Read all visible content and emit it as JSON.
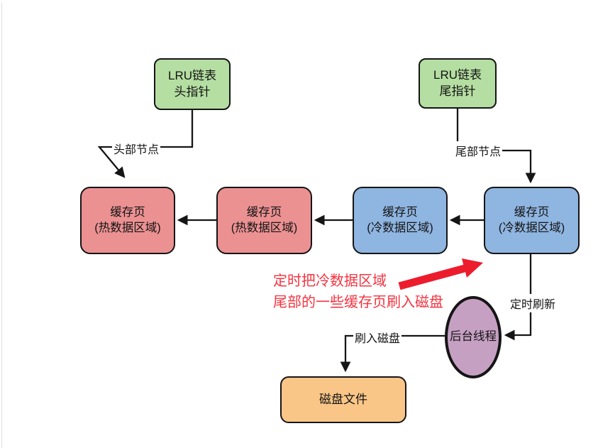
{
  "diagram": {
    "pointers": {
      "head": {
        "line1": "LRU链表",
        "line2": "头指针"
      },
      "tail": {
        "line1": "LRU链表",
        "line2": "尾指针"
      }
    },
    "cache_pages": [
      {
        "line1": "缓存页",
        "line2": "(热数据区域)",
        "region": "hot"
      },
      {
        "line1": "缓存页",
        "line2": "(热数据区域)",
        "region": "hot"
      },
      {
        "line1": "缓存页",
        "line2": "(冷数据区域)",
        "region": "cold"
      },
      {
        "line1": "缓存页",
        "line2": "(冷数据区域)",
        "region": "cold"
      }
    ],
    "edge_labels": {
      "head_node": "头部节点",
      "tail_node": "尾部节点",
      "timed_refresh": "定时刷新",
      "flush_to_disk": "刷入磁盘"
    },
    "background_thread": {
      "label": "后台线程"
    },
    "disk_file": {
      "label": "磁盘文件"
    },
    "annotation": {
      "line1": "定时把冷数据区域",
      "line2": "尾部的一些缓存页刷入磁盘"
    },
    "colors": {
      "pointer_green": "#b5dea2",
      "hot_pink": "#ec9192",
      "cold_blue": "#8fb5e1",
      "thread_purple": "#c6a0c3",
      "disk_orange": "#fac688",
      "annotation_red": "#f5333f",
      "stroke_black": "#151515"
    }
  }
}
